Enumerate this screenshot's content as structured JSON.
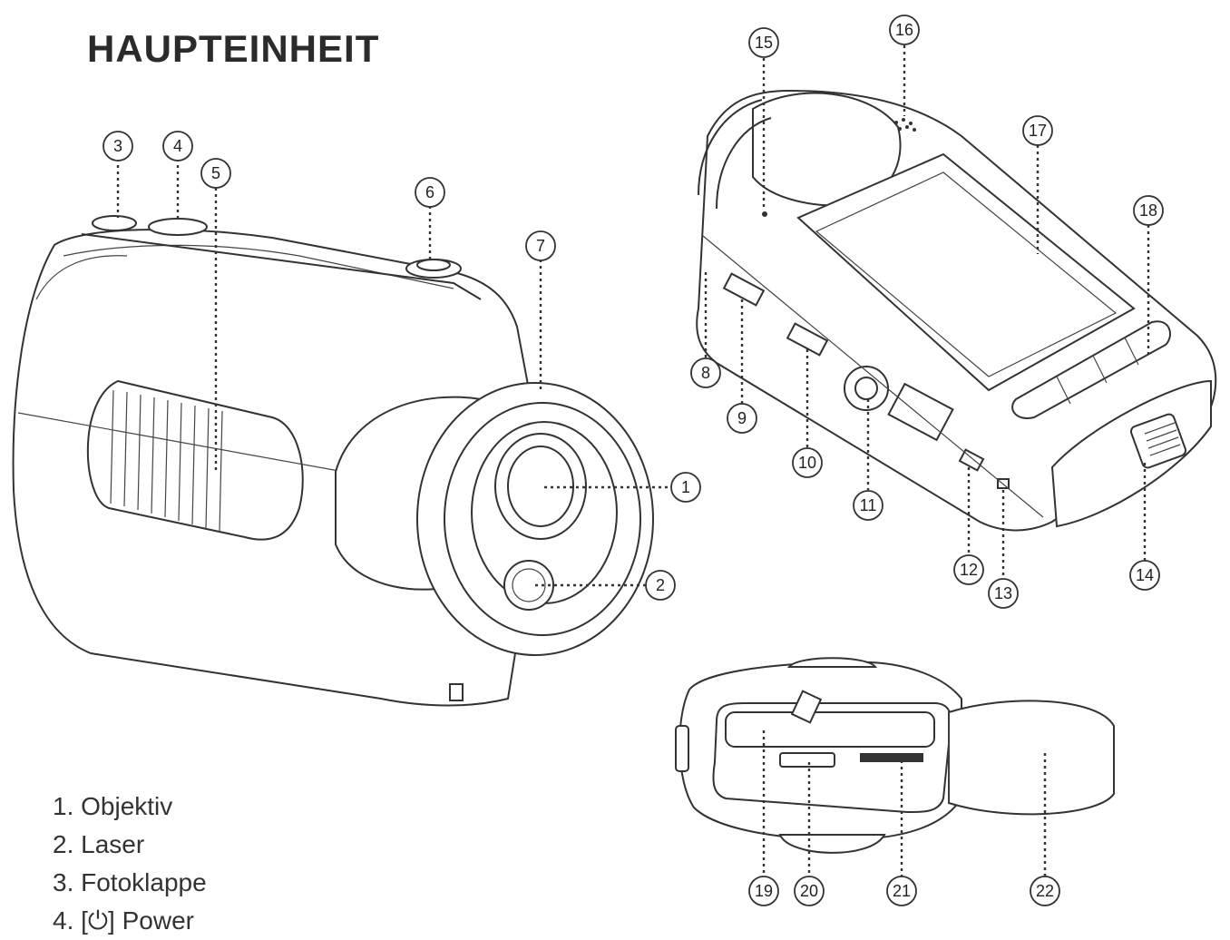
{
  "title": "HAUPTEINHEIT",
  "callouts": [
    {
      "id": "c1",
      "label": "1"
    },
    {
      "id": "c2",
      "label": "2"
    },
    {
      "id": "c3",
      "label": "3"
    },
    {
      "id": "c4",
      "label": "4"
    },
    {
      "id": "c5",
      "label": "5"
    },
    {
      "id": "c6",
      "label": "6"
    },
    {
      "id": "c7",
      "label": "7"
    },
    {
      "id": "c8",
      "label": "8"
    },
    {
      "id": "c9",
      "label": "9"
    },
    {
      "id": "c10",
      "label": "10"
    },
    {
      "id": "c11",
      "label": "11"
    },
    {
      "id": "c12",
      "label": "12"
    },
    {
      "id": "c13",
      "label": "13"
    },
    {
      "id": "c14",
      "label": "14"
    },
    {
      "id": "c15",
      "label": "15"
    },
    {
      "id": "c16",
      "label": "16"
    },
    {
      "id": "c17",
      "label": "17"
    },
    {
      "id": "c18",
      "label": "18"
    },
    {
      "id": "c19",
      "label": "19"
    },
    {
      "id": "c20",
      "label": "20"
    },
    {
      "id": "c21",
      "label": "21"
    },
    {
      "id": "c22",
      "label": "22"
    }
  ],
  "legend": [
    "1. Objektiv",
    "2. Laser",
    "3. Fotoklappe",
    "4. [⏻] Power"
  ]
}
